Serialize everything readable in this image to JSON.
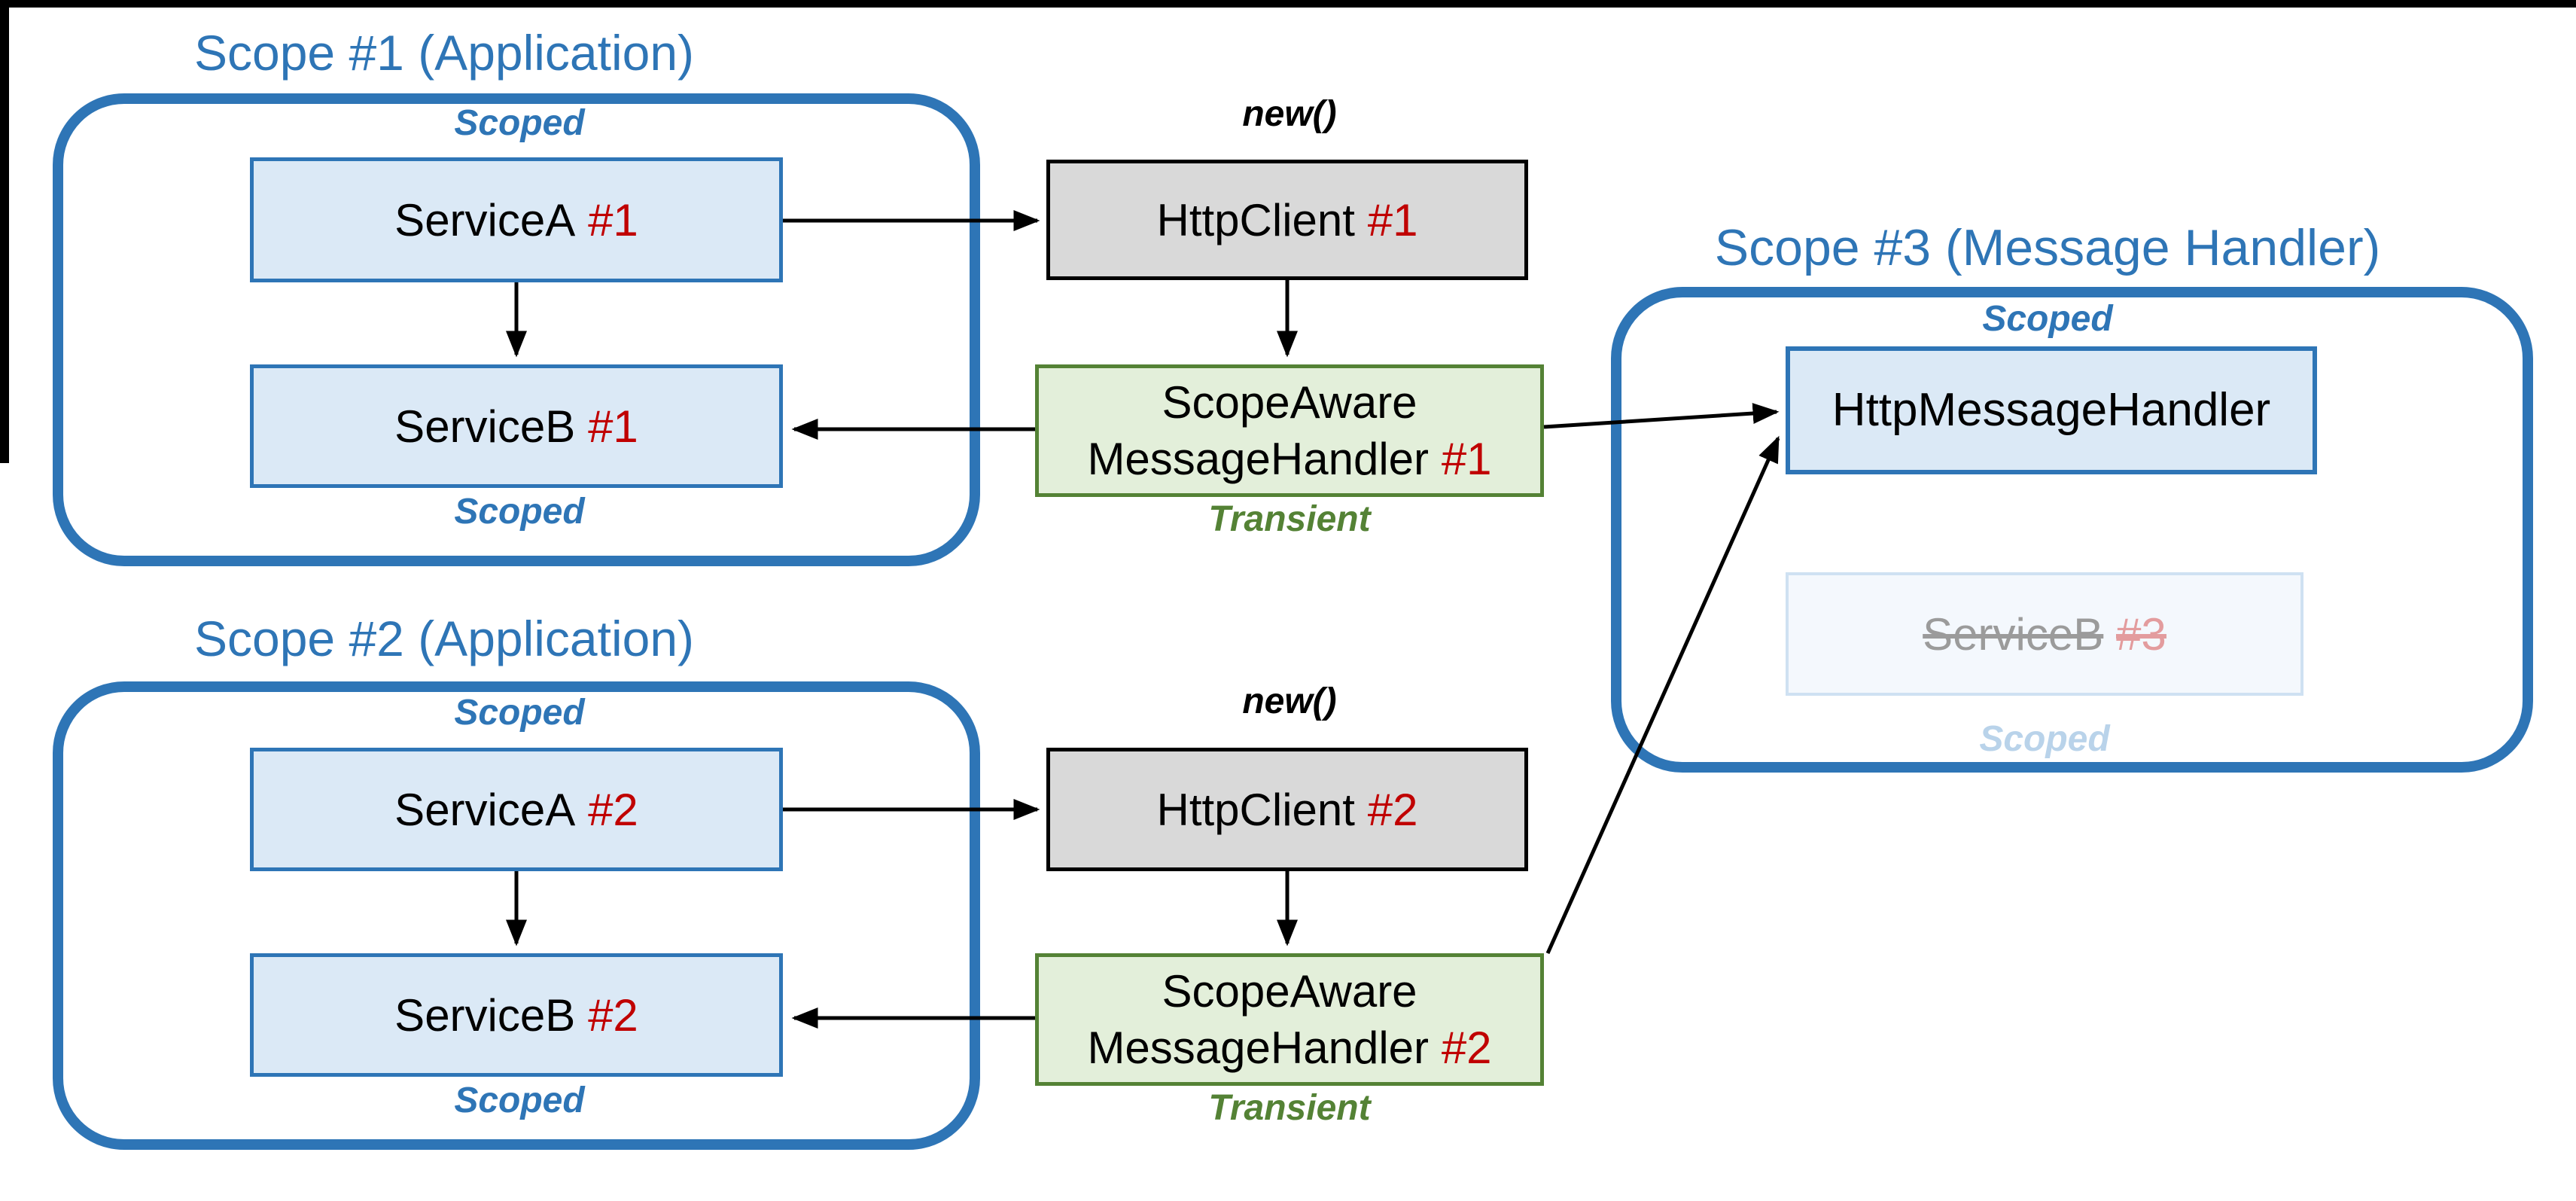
{
  "colors": {
    "accent_blue": "#2E75B6",
    "box_fill_blue": "#DBE9F6",
    "box_fill_gray": "#D9D9D9",
    "box_fill_green": "#E3EFDA",
    "border_green": "#548235",
    "instance_red": "#C00000",
    "transient_green": "#548235",
    "faded_text_gray": "#9B9B9B",
    "faded_red": "#E39C9E",
    "faded_blue": "#B9D3EA"
  },
  "scope1": {
    "title": "Scope #1 (Application)",
    "scoped_top": "Scoped",
    "scoped_bottom": "Scoped",
    "serviceA": {
      "name": "ServiceA",
      "num": "#1"
    },
    "serviceB": {
      "name": "ServiceB",
      "num": "#1"
    }
  },
  "scope2": {
    "title": "Scope #2 (Application)",
    "scoped_top": "Scoped",
    "scoped_bottom": "Scoped",
    "serviceA": {
      "name": "ServiceA",
      "num": "#2"
    },
    "serviceB": {
      "name": "ServiceB",
      "num": "#2"
    }
  },
  "scope3": {
    "title": "Scope #3 (Message Handler)",
    "scoped_top": "Scoped",
    "scoped_bottom": "Scoped",
    "handler": {
      "name": "HttpMessageHandler"
    },
    "serviceB": {
      "name": "ServiceB",
      "num": "#3"
    }
  },
  "flow1": {
    "new_label": "new()",
    "client": {
      "name": "HttpClient",
      "num": "#1"
    },
    "handler": {
      "line1": "ScopeAware",
      "line2": "MessageHandler",
      "num": "#1"
    },
    "transient_label": "Transient"
  },
  "flow2": {
    "new_label": "new()",
    "client": {
      "name": "HttpClient",
      "num": "#2"
    },
    "handler": {
      "line1": "ScopeAware",
      "line2": "MessageHandler",
      "num": "#2"
    },
    "transient_label": "Transient"
  }
}
